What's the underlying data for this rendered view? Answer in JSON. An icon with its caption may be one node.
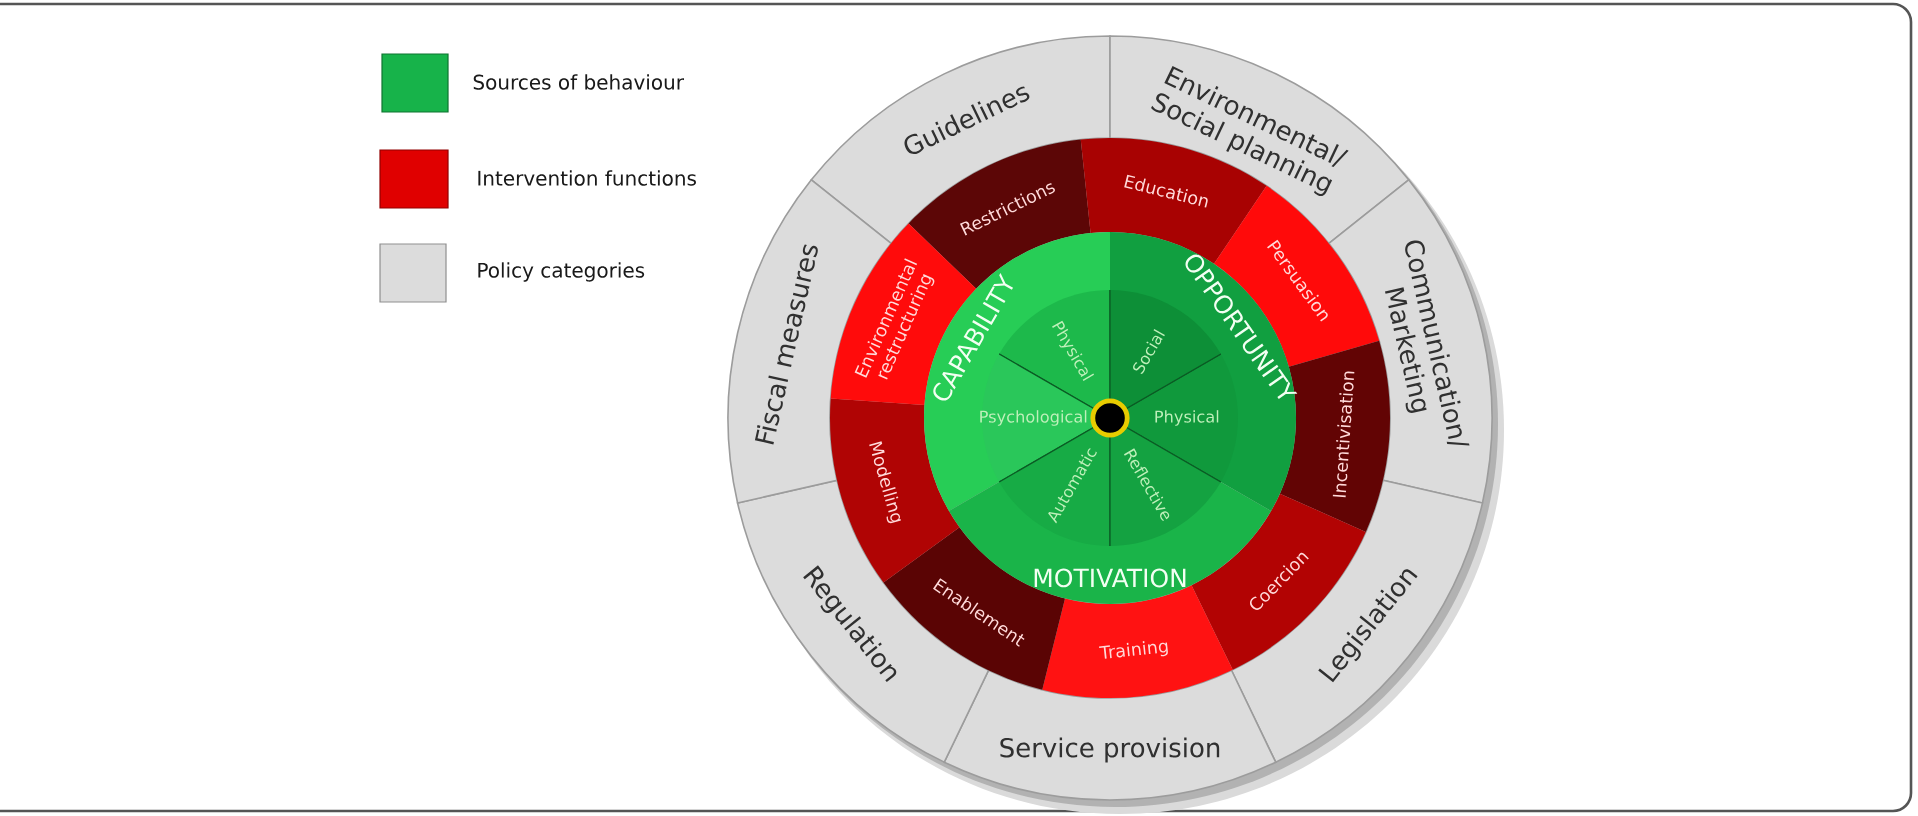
{
  "diagram": {
    "nodes": [
      {
        "text": [
          "CAPABILITY"
        ]
      },
      {
        "text": [
          "Physical"
        ],
        "in": 0
      },
      {
        "text": [
          "Psychological"
        ],
        "in": 0
      },
      {
        "text": [
          "OPPORTUNITY"
        ]
      },
      {
        "text": [
          "Physical"
        ],
        "in": 3
      },
      {
        "text": [
          "Social"
        ],
        "in": 3
      },
      {
        "text": [
          "MOTIVATION"
        ]
      },
      {
        "text": [
          "Automatic"
        ],
        "in": 6
      },
      {
        "text": [
          "Reflective"
        ],
        "in": 6
      },
      {
        "text": [
          "Restrictions"
        ]
      },
      {
        "text": [
          "Education"
        ]
      },
      {
        "text": [
          "Persuasion"
        ]
      },
      {
        "text": [
          "Incentivisation"
        ]
      },
      {
        "text": [
          "Coercion"
        ]
      },
      {
        "text": [
          "Training"
        ]
      },
      {
        "text": [
          "Enablement"
        ]
      },
      {
        "text": [
          "Modelling"
        ]
      },
      {
        "text": [
          "Environmental restructuring"
        ]
      },
      {
        "text": [
          "Guidelines"
        ]
      },
      {
        "text": [
          "Environmental/ Social planning"
        ]
      },
      {
        "text": [
          "Communication/ Marketing"
        ]
      },
      {
        "text": [
          "Legislation"
        ]
      },
      {
        "text": [
          "Service provision"
        ]
      },
      {
        "text": [
          "Regulation"
        ]
      },
      {
        "text": [
          "Fiscal measures"
        ]
      }
    ],
    "legend": [
      {
        "text": "Sources of behaviour",
        "color": "#17b34a"
      },
      {
        "text": "Intervention functions",
        "color": "#e00000"
      },
      {
        "text": "Policy categories",
        "color": "#dcdcdc"
      }
    ]
  }
}
